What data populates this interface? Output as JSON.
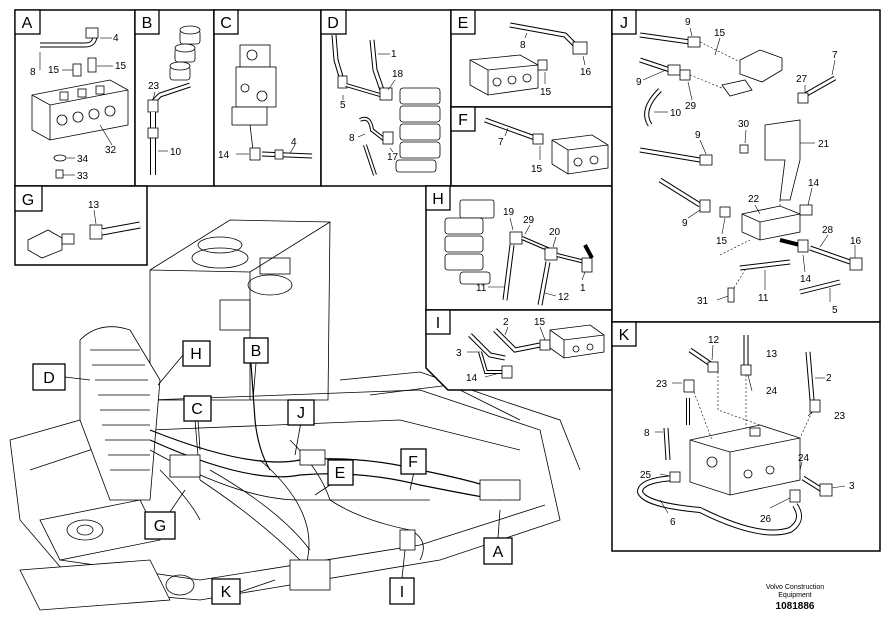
{
  "panels": {
    "A": {
      "letter": "A",
      "labels": [
        "4",
        "8",
        "15",
        "15",
        "32",
        "34",
        "33"
      ]
    },
    "B": {
      "letter": "B",
      "labels": [
        "23",
        "10"
      ]
    },
    "C": {
      "letter": "C",
      "labels": [
        "14",
        "4"
      ]
    },
    "D": {
      "letter": "D",
      "labels": [
        "1",
        "18",
        "5",
        "8",
        "17"
      ]
    },
    "E": {
      "letter": "E",
      "labels": [
        "8",
        "16",
        "15"
      ]
    },
    "F": {
      "letter": "F",
      "labels": [
        "7",
        "15"
      ]
    },
    "G": {
      "letter": "G",
      "labels": [
        "13"
      ]
    },
    "H": {
      "letter": "H",
      "labels": [
        "19",
        "29",
        "20",
        "11",
        "12",
        "1"
      ]
    },
    "I": {
      "letter": "I",
      "labels": [
        "2",
        "15",
        "3",
        "14"
      ]
    },
    "J": {
      "letter": "J",
      "labels": [
        "9",
        "15",
        "7",
        "27",
        "9",
        "29",
        "10",
        "30",
        "9",
        "21",
        "14",
        "22",
        "9",
        "15",
        "28",
        "16",
        "14",
        "31",
        "11",
        "5"
      ]
    },
    "K": {
      "letter": "K",
      "labels": [
        "12",
        "13",
        "2",
        "23",
        "24",
        "23",
        "8",
        "24",
        "25",
        "3",
        "26",
        "6"
      ]
    }
  },
  "overview": {
    "callouts": [
      "D",
      "H",
      "B",
      "C",
      "J",
      "E",
      "F",
      "G",
      "A",
      "K",
      "I"
    ]
  },
  "footer": {
    "company": "Volvo Construction Equipment",
    "company_line1": "Volvo Construction",
    "company_line2": "Equipment",
    "drawing_number": "1081886"
  },
  "colors": {
    "line": "#000000",
    "background": "#ffffff"
  }
}
